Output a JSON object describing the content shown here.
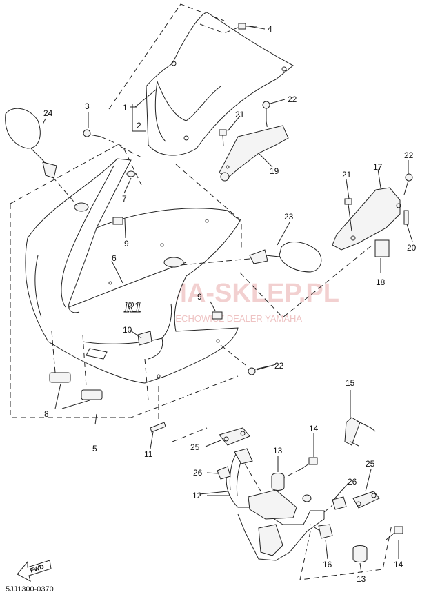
{
  "watermark": {
    "main": "YAMA-SKLEP.PL",
    "sub": "UCIECHOWICZ DEALER YAMAHA"
  },
  "diagram_code": "5JJ1300-0370",
  "fwd_label": "FWD",
  "decal_text": "R1",
  "callouts": [
    "1",
    "2",
    "3",
    "4",
    "5",
    "6",
    "7",
    "8",
    "9",
    "9",
    "10",
    "11",
    "12",
    "13",
    "13",
    "14",
    "14",
    "15",
    "16",
    "17",
    "18",
    "19",
    "20",
    "21",
    "21",
    "22",
    "22",
    "22",
    "23",
    "24",
    "25",
    "25",
    "26",
    "26"
  ]
}
